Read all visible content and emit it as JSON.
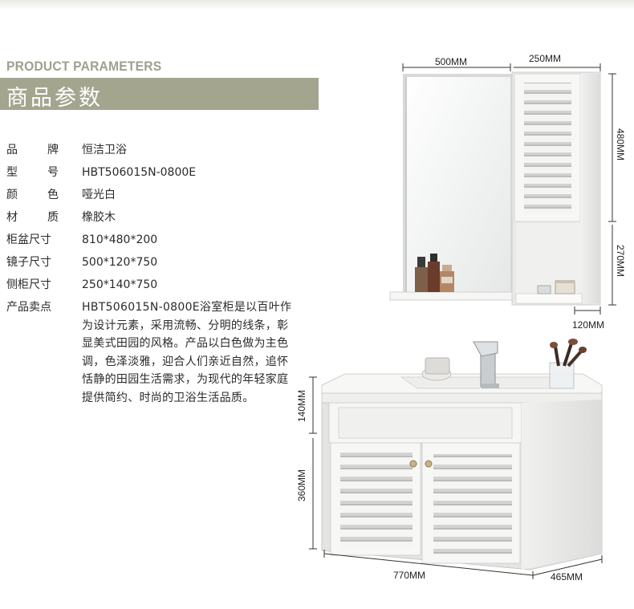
{
  "header": {
    "en_title": "PRODUCT PARAMETERS",
    "cn_title": "商品参数"
  },
  "params": [
    {
      "k1": "品",
      "k2": "牌",
      "value": "恒洁卫浴"
    },
    {
      "k1": "型",
      "k2": "号",
      "value": "HBT506015N-0800E"
    },
    {
      "k1": "颜",
      "k2": "色",
      "value": "哑光白"
    },
    {
      "k1": "材",
      "k2": "质",
      "value": "橡胶木"
    }
  ],
  "sizes": [
    {
      "key": "柜盆尺寸",
      "value": "810*480*200"
    },
    {
      "key": "镜子尺寸",
      "value": "500*120*750"
    },
    {
      "key": "侧柜尺寸",
      "value": "250*140*750"
    }
  ],
  "selling": {
    "key": "产品卖点",
    "value": "HBT506015N-0800E浴室柜是以百叶作为设计元素，采用流畅、分明的线条，彰显美式田园的风格。产品以白色做为主色调，色泽淡雅，迎合人们亲近自然，追怀恬静的田园生活需求，为现代的年轻家庭提供简约、时尚的卫浴生活品质。"
  },
  "dimensions": {
    "mirror_width": "500MM",
    "side_width": "250MM",
    "upper_height": "480MM",
    "lower_height": "270MM",
    "depth_top": "120MM",
    "basin_height": "140MM",
    "cabinet_height": "360MM",
    "cabinet_width": "770MM",
    "cabinet_depth": "465MM"
  },
  "colors": {
    "accent": "#a3a58f",
    "en_title": "#9ea08e"
  }
}
